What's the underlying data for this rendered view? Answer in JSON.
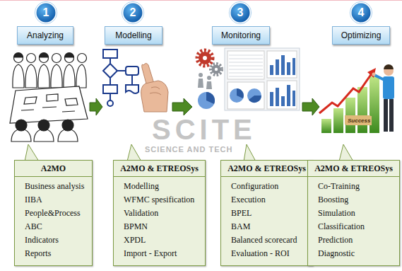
{
  "diagram": {
    "nodes": [
      {
        "text": [
          "1"
        ]
      },
      {
        "text": [
          "Analyzing"
        ]
      },
      {
        "text": [
          "A2MO",
          "Business analysis",
          "IIBA",
          "People&Process",
          "ABC",
          "Indicators",
          "Reports"
        ]
      },
      {
        "text": [
          "2"
        ]
      },
      {
        "text": [
          "Modelling"
        ]
      },
      {
        "text": [
          "A2MO & ETREOSys",
          "Modelling",
          "WFMC spesification",
          "Validation",
          "BPMN",
          "XPDL",
          "Import - Export"
        ]
      },
      {
        "text": [
          "3"
        ]
      },
      {
        "text": [
          "Monitoring"
        ]
      },
      {
        "text": [
          "A2MO & ETREOSys",
          "Configuration",
          "Execution",
          "BPEL",
          "BAM",
          "Balanced scorecard",
          "Evaluation - ROI"
        ]
      },
      {
        "text": [
          "4"
        ]
      },
      {
        "text": [
          "Optimizing"
        ]
      },
      {
        "text": [
          "A2MO & ETREOSys",
          "Co-Training",
          "Boosting",
          "Simulation",
          "Classification",
          "Prediction",
          "Diagnostic"
        ]
      }
    ],
    "labels": [
      "Success",
      "SCITE",
      "SCIENCE AND TECH"
    ]
  }
}
